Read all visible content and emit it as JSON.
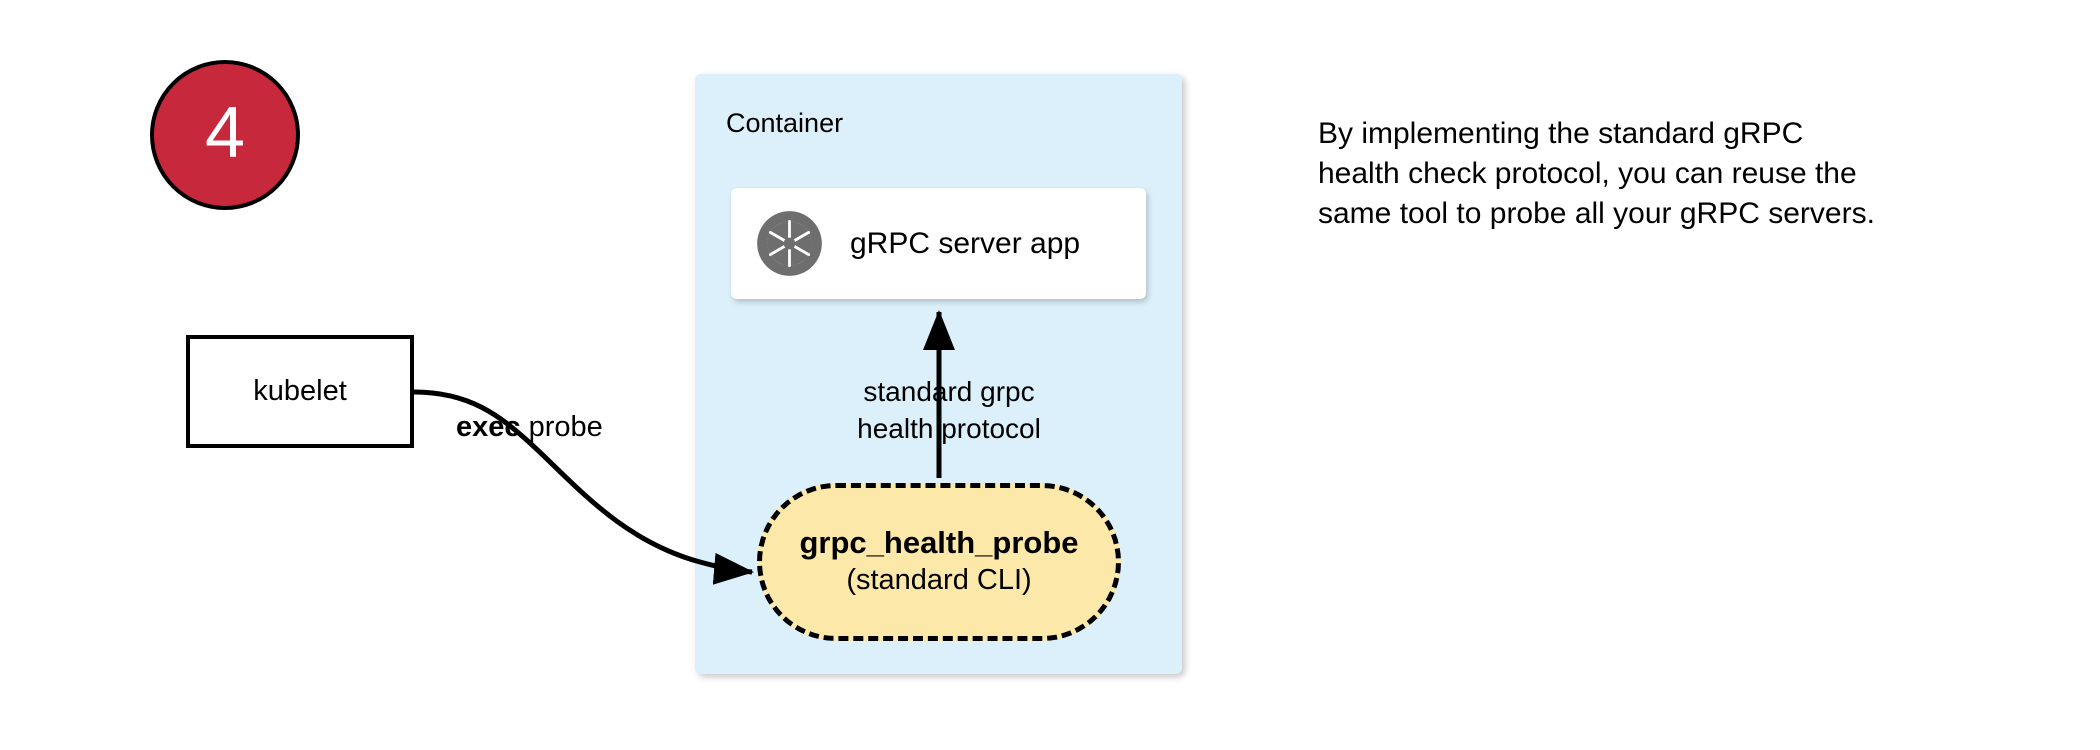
{
  "step": {
    "number": "4",
    "circle_fill": "#c8283c",
    "circle_stroke": "#000000",
    "number_color": "#ffffff"
  },
  "container": {
    "label": "Container",
    "fill": "#dcf0fb"
  },
  "server_card": {
    "label": "gRPC server app",
    "icon": "grpc-aperture-icon",
    "icon_color": "#6e6e6e",
    "fill": "#ffffff"
  },
  "probe": {
    "title": "grpc_health_probe",
    "subtitle": "(standard CLI)",
    "fill": "#fce8a8",
    "stroke": "#000000",
    "stroke_style": "dashed"
  },
  "protocol_edge": {
    "line1": "standard grpc",
    "line2": "health protocol",
    "direction": "probe-to-server"
  },
  "kubelet": {
    "label": "kubelet",
    "fill": "#ffffff",
    "stroke": "#000000"
  },
  "exec_edge": {
    "label_bold": "exec",
    "label_rest": " probe",
    "direction": "kubelet-to-probe"
  },
  "side_note": {
    "text": "By implementing the standard gRPC health check protocol, you can reuse the same tool to probe all your gRPC servers."
  }
}
